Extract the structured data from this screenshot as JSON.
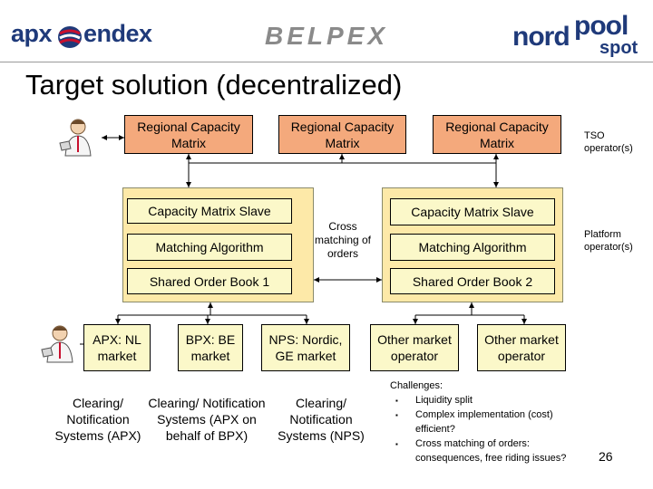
{
  "logos": {
    "apx_left": "apx",
    "apx_right": "endex",
    "belpex": "BELPEX",
    "nordpool_nord": "nord",
    "nordpool_pool": "pool",
    "nordpool_spot": "spot"
  },
  "title": "Target solution (decentralized)",
  "regional_matrix": [
    "Regional Capacity Matrix",
    "Regional Capacity Matrix",
    "Regional Capacity Matrix"
  ],
  "tso_label": "TSO operator(s)",
  "platform_label": "Platform operator(s)",
  "left_stack": {
    "slave": "Capacity Matrix Slave",
    "matching": "Matching Algorithm",
    "order_book": "Shared Order Book 1"
  },
  "right_stack": {
    "slave": "Capacity Matrix Slave",
    "matching": "Matching Algorithm",
    "order_book": "Shared Order Book 2"
  },
  "cross_matching": "Cross matching of orders",
  "markets": [
    "APX: NL market",
    "BPX: BE market",
    "NPS: Nordic, GE market",
    "Other market operator",
    "Other market operator"
  ],
  "clearing": [
    "Clearing/ Notification Systems (APX)",
    "Clearing/ Notification Systems (APX on behalf of BPX)",
    "Clearing/ Notification Systems (NPS)"
  ],
  "challenges": {
    "heading": "Challenges:",
    "items": [
      "Liquidity split",
      "Complex implementation (cost) efficient?",
      "Cross matching of orders: consequences, free riding issues?"
    ]
  },
  "page_number": "26",
  "colors": {
    "orange": "#f4a97c",
    "yellow_box": "#fbf8c9",
    "panel": "#fde9a8",
    "brand_blue": "#1f3a7a",
    "brand_red": "#c8102e"
  }
}
